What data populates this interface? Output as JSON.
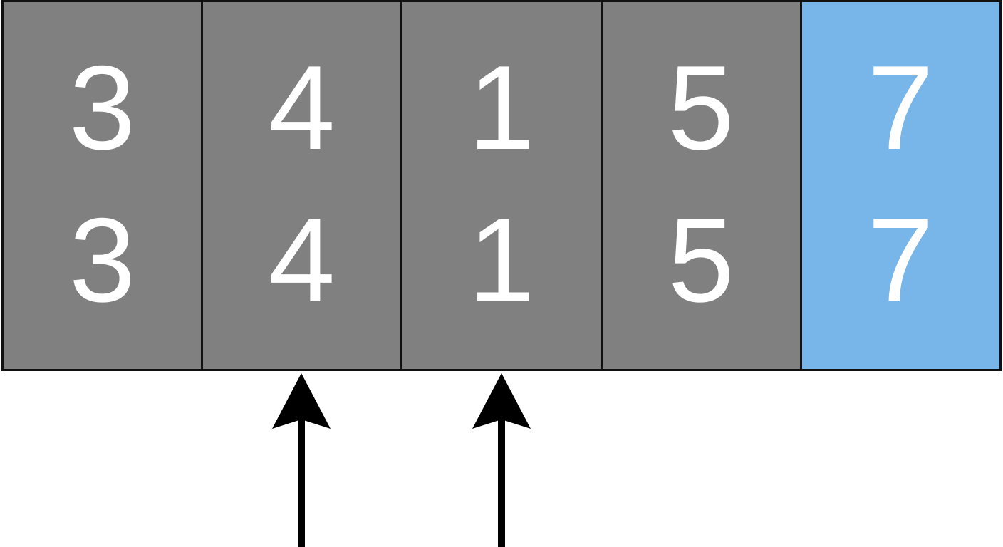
{
  "diagram": {
    "cells": [
      {
        "top": "3",
        "bottom": "3",
        "highlighted": false
      },
      {
        "top": "4",
        "bottom": "4",
        "highlighted": false
      },
      {
        "top": "1",
        "bottom": "1",
        "highlighted": false
      },
      {
        "top": "5",
        "bottom": "5",
        "highlighted": false
      },
      {
        "top": "7",
        "bottom": "7",
        "highlighted": true
      }
    ],
    "pointer_indices": [
      1,
      2
    ],
    "colors": {
      "cell_fill": "#808080",
      "highlight_fill": "#78b6ea",
      "border": "#111111",
      "digit": "#ffffff",
      "arrow": "#000000"
    }
  }
}
